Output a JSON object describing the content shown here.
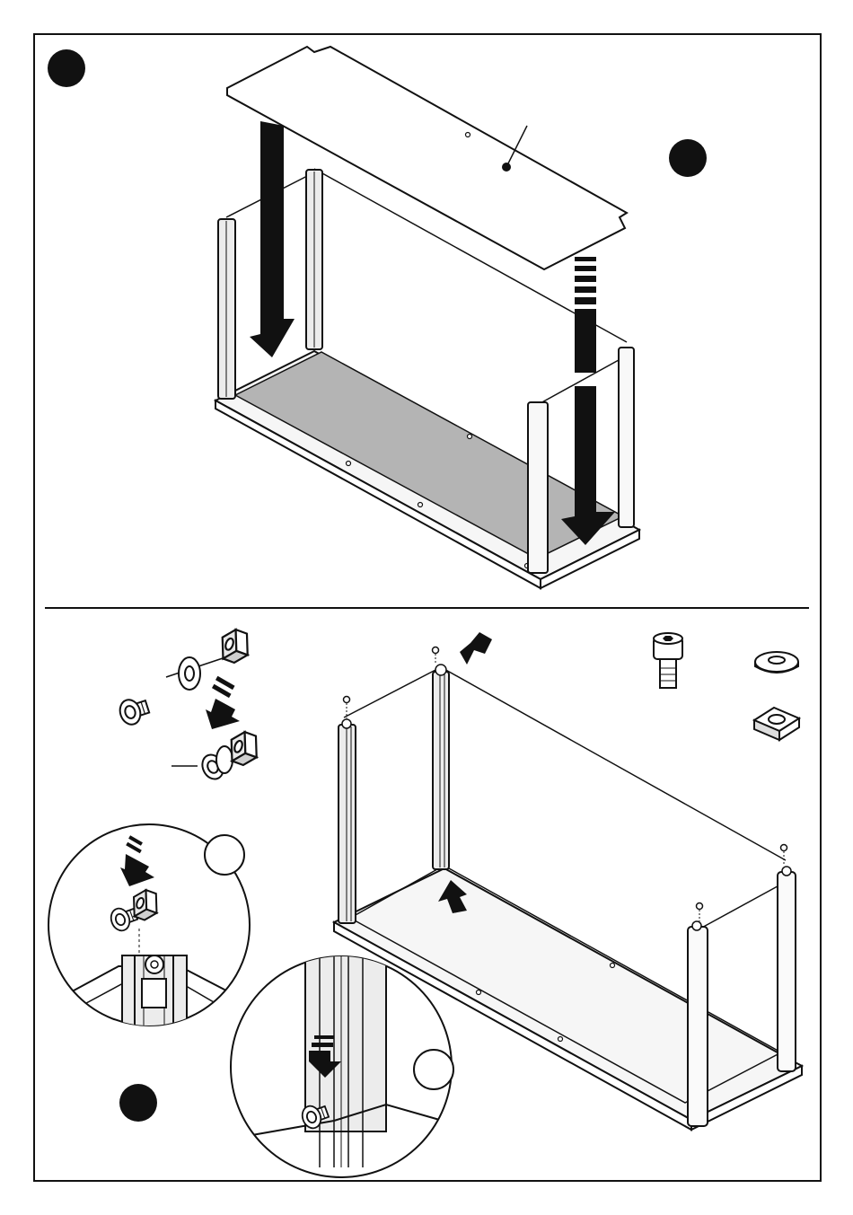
{
  "document": {
    "type": "assembly-instructions",
    "colors": {
      "ink": "#111111",
      "paper": "#ffffff",
      "panel_fill": "#f4f4f4",
      "shelf_fill": "#b4b4b4",
      "profile_fill": "#e9e9e9"
    }
  },
  "steps": [
    {
      "id": "top-step",
      "marker_icon": "filled-circle-step-marker",
      "callout_icon": "filled-circle-part-callout",
      "parts": [
        "top-panel",
        "aluminium-corner-profiles",
        "base-panel",
        "shelf-panel"
      ],
      "arrows": [
        "down-arrow",
        "down-arrow"
      ]
    },
    {
      "id": "bottom-step",
      "marker_icon": "filled-circle-step-marker",
      "hardware": [
        "hex-socket-bolt",
        "washer",
        "square-nut"
      ],
      "detail_views": [
        "nut-insertion-detail",
        "bolt-tightening-detail"
      ],
      "detail_markers": [
        "empty-circle-marker",
        "empty-circle-marker"
      ],
      "arrows": [
        "diagonal-arrow",
        "up-arrow"
      ]
    }
  ]
}
